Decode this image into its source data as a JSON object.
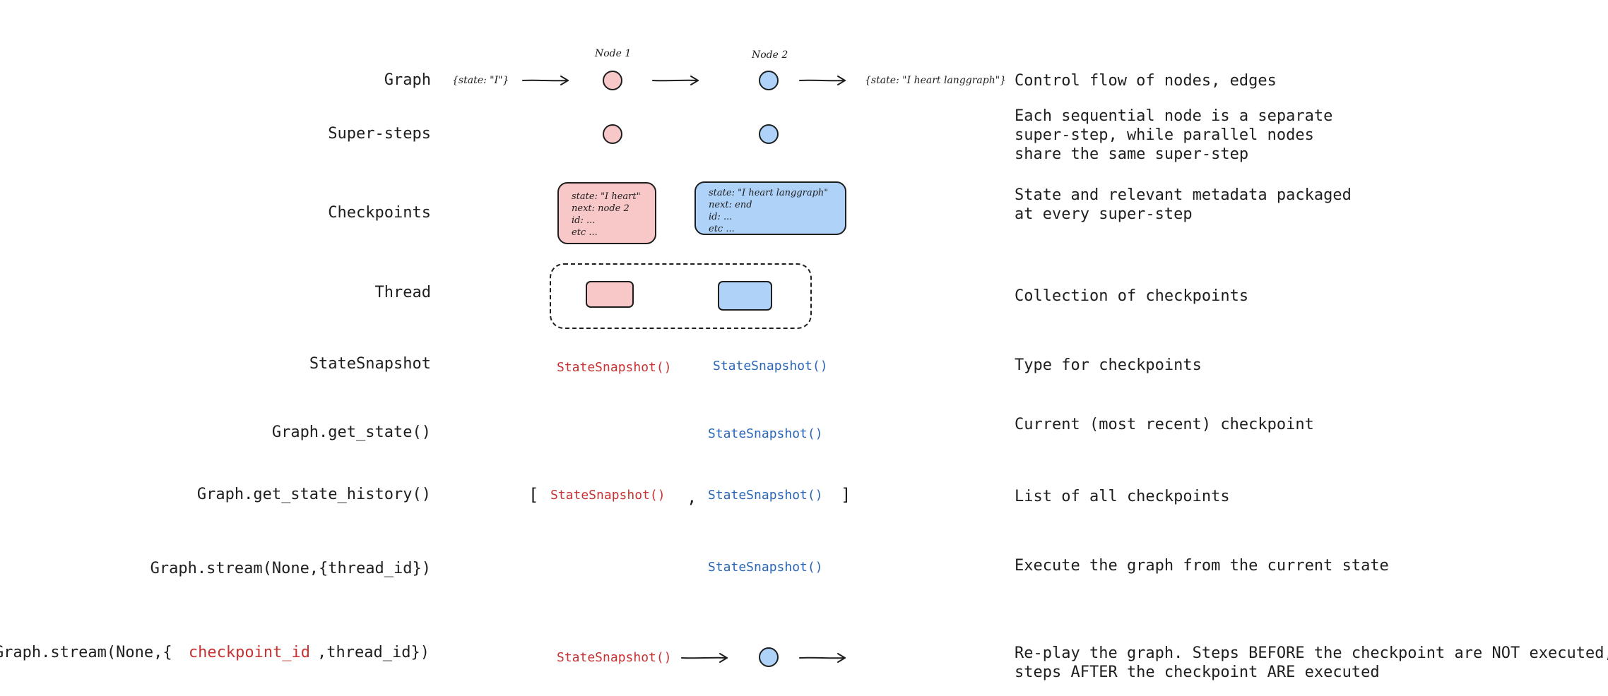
{
  "rows": {
    "graph": "Graph",
    "supersteps": "Super-steps",
    "checkpoints": "Checkpoints",
    "thread": "Thread",
    "statesnapshot": "StateSnapshot",
    "get_state": "Graph.get_state()",
    "get_state_history": "Graph.get_state_history()",
    "stream_thread": "Graph.stream(None,{thread_id})",
    "stream_checkpoint_prefix": "Graph.stream(None,{",
    "stream_checkpoint_id": "checkpoint_id",
    "stream_checkpoint_suffix": ",thread_id})"
  },
  "descriptions": {
    "graph": "Control flow of nodes, edges",
    "supersteps": [
      "Each sequential node is a separate",
      "super-step, while parallel nodes",
      "share the same super-step"
    ],
    "checkpoints": [
      "State and relevant metadata packaged",
      "at every super-step"
    ],
    "thread": "Collection of checkpoints",
    "statesnapshot": "Type for checkpoints",
    "get_state": "Current (most recent) checkpoint",
    "get_state_history": "List of all checkpoints",
    "stream_thread": "Execute the graph from the current state",
    "stream_checkpoint": [
      "Re-play the graph. Steps BEFORE the checkpoint are NOT executed,",
      "steps AFTER the checkpoint ARE executed"
    ]
  },
  "graph": {
    "node1_label": "Node 1",
    "node2_label": "Node 2",
    "input_state": "{state: \"I\"}",
    "output_state": "{state: \"I heart langgraph\"}"
  },
  "checkpoint_cards": {
    "first": [
      "state: \"I heart\"",
      "next: node 2",
      "id: ...",
      "etc ..."
    ],
    "second": [
      "state: \"I heart langgraph\"",
      "next: end",
      "id: ...",
      "etc ..."
    ]
  },
  "snapshot_label": "StateSnapshot()",
  "history_brackets": {
    "open": "[",
    "comma": ",",
    "close": "]"
  },
  "colors": {
    "node1_fill": "#f8c8c8",
    "node2_fill": "#aed2f8",
    "red_text": "#c83232",
    "blue_text": "#2a66b8"
  }
}
